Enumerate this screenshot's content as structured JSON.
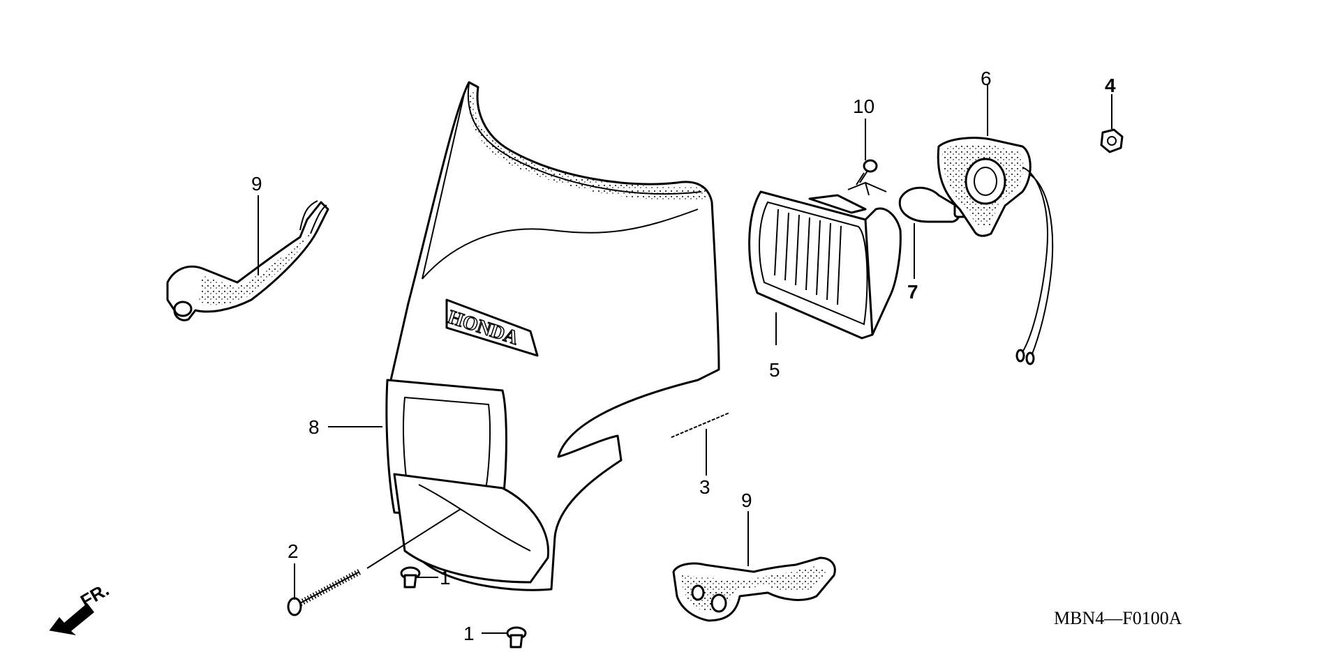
{
  "diagram": {
    "callouts": {
      "n1a": "1",
      "n1b": "1",
      "n2": "2",
      "n3": "3",
      "n4": "4",
      "n5": "5",
      "n6": "6",
      "n7": "7",
      "n8": "8",
      "n9a": "9",
      "n9b": "9",
      "n10": "10"
    },
    "logo_text": "HONDA",
    "direction_label": "FR.",
    "diagram_code": "MBN4—F0100A"
  }
}
